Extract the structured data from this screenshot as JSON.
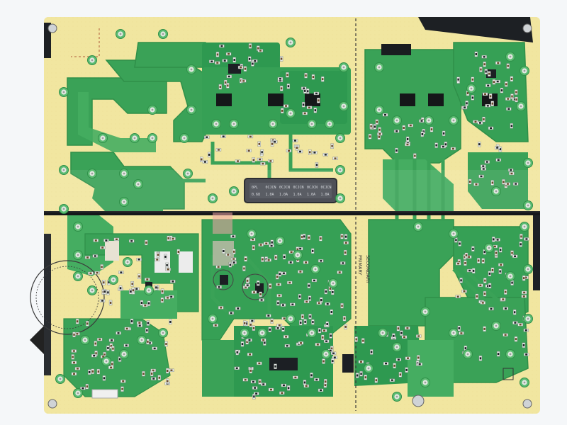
{
  "photo": {
    "subject": "power-supply-pcb",
    "colors": {
      "substrate": "#f2e7a3",
      "solder_mask": "#2f9a55",
      "mask_light": "#5cbc72",
      "pad": "#dfe5df",
      "chip": "#1c1f24",
      "screen": "#4f5158",
      "background": "#f4f6f8"
    }
  },
  "markings": {
    "relay_codes": [
      "0PL",
      "0CJCN",
      "0CJCN",
      "0CJCN",
      "0CJCN",
      "0CJCN"
    ],
    "relay_values": [
      "0.68",
      "1.0A",
      "1.0A",
      "1.0A",
      "1.0A",
      "1.0A"
    ],
    "divider_secondary": "SECONDARY",
    "divider_primary": "PRIMARY"
  }
}
